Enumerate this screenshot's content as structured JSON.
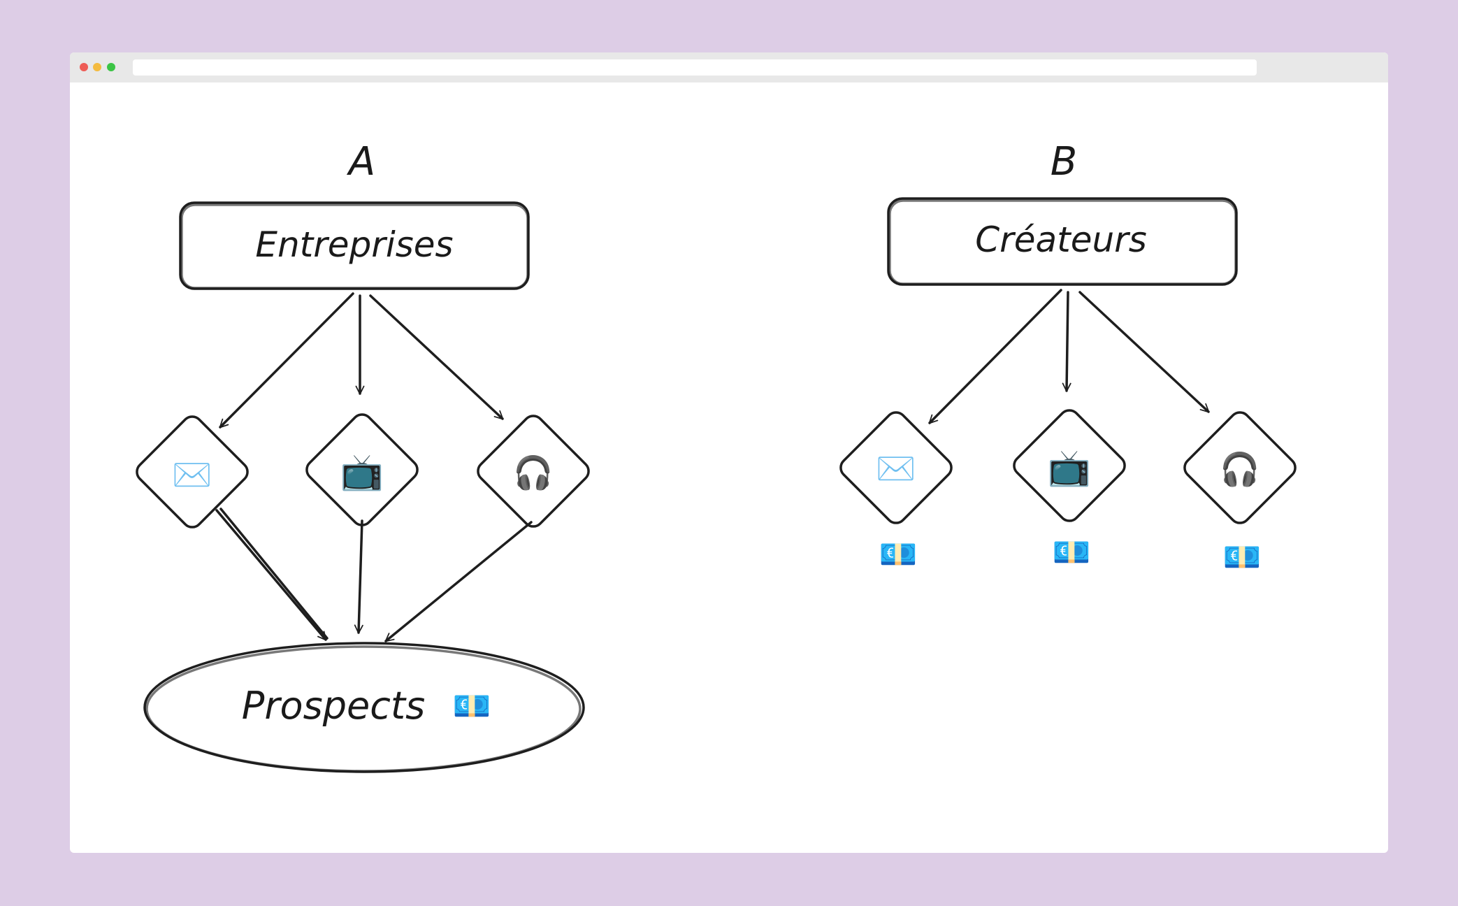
{
  "diagram": {
    "left": {
      "title": "A",
      "top_node": "Entreprises",
      "channels": [
        "✉️",
        "📺",
        "🎧"
      ],
      "bottom_node": "Prospects",
      "bottom_icon": "💶"
    },
    "right": {
      "title": "B",
      "top_node": "Créateurs",
      "channels": [
        "✉️",
        "📺",
        "🎧"
      ],
      "revenue_icons": [
        "💶",
        "💶",
        "💶"
      ]
    }
  },
  "icons": {
    "envelope": "envelope-icon",
    "tv": "television-icon",
    "headphones": "headphones-icon",
    "money": "euro-banknote-icon"
  },
  "colors": {
    "background": "#ddcde6",
    "canvas": "#ffffff",
    "stroke": "#1e1e1e"
  }
}
